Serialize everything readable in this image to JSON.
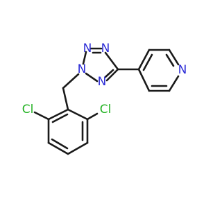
{
  "molecule": {
    "atom_labels": {
      "n_top_left": "N",
      "n_top_right": "N",
      "n_left": "N",
      "n_bottom": "N",
      "n_pyridine": "N",
      "cl_left": "Cl",
      "cl_right": "Cl"
    },
    "colors": {
      "bond": "#1a1a1a",
      "nitrogen": "#2b2bd6",
      "chlorine": "#22b222",
      "background": "#ffffff"
    }
  }
}
